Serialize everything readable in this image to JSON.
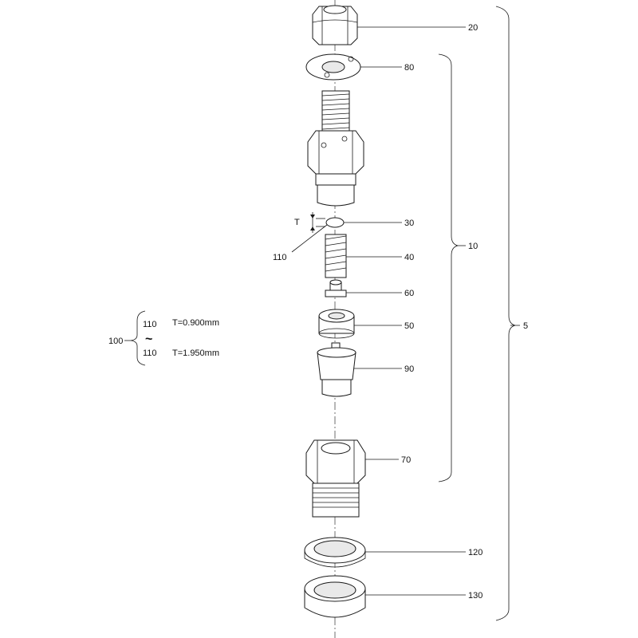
{
  "callouts": {
    "c20": "20",
    "c80": "80",
    "c30": "30",
    "c40": "40",
    "c60": "60",
    "c50": "50",
    "c90": "90",
    "c70": "70",
    "c120": "120",
    "c130": "130",
    "c110": "110",
    "c10": "10",
    "c5": "5",
    "t_dim": "T"
  },
  "shim_table": {
    "group": "100",
    "rows": [
      {
        "part": "110",
        "thickness": "T=0.900mm"
      },
      {
        "part": "110",
        "thickness": "T=1.950mm"
      }
    ],
    "range_symbol": "~"
  }
}
